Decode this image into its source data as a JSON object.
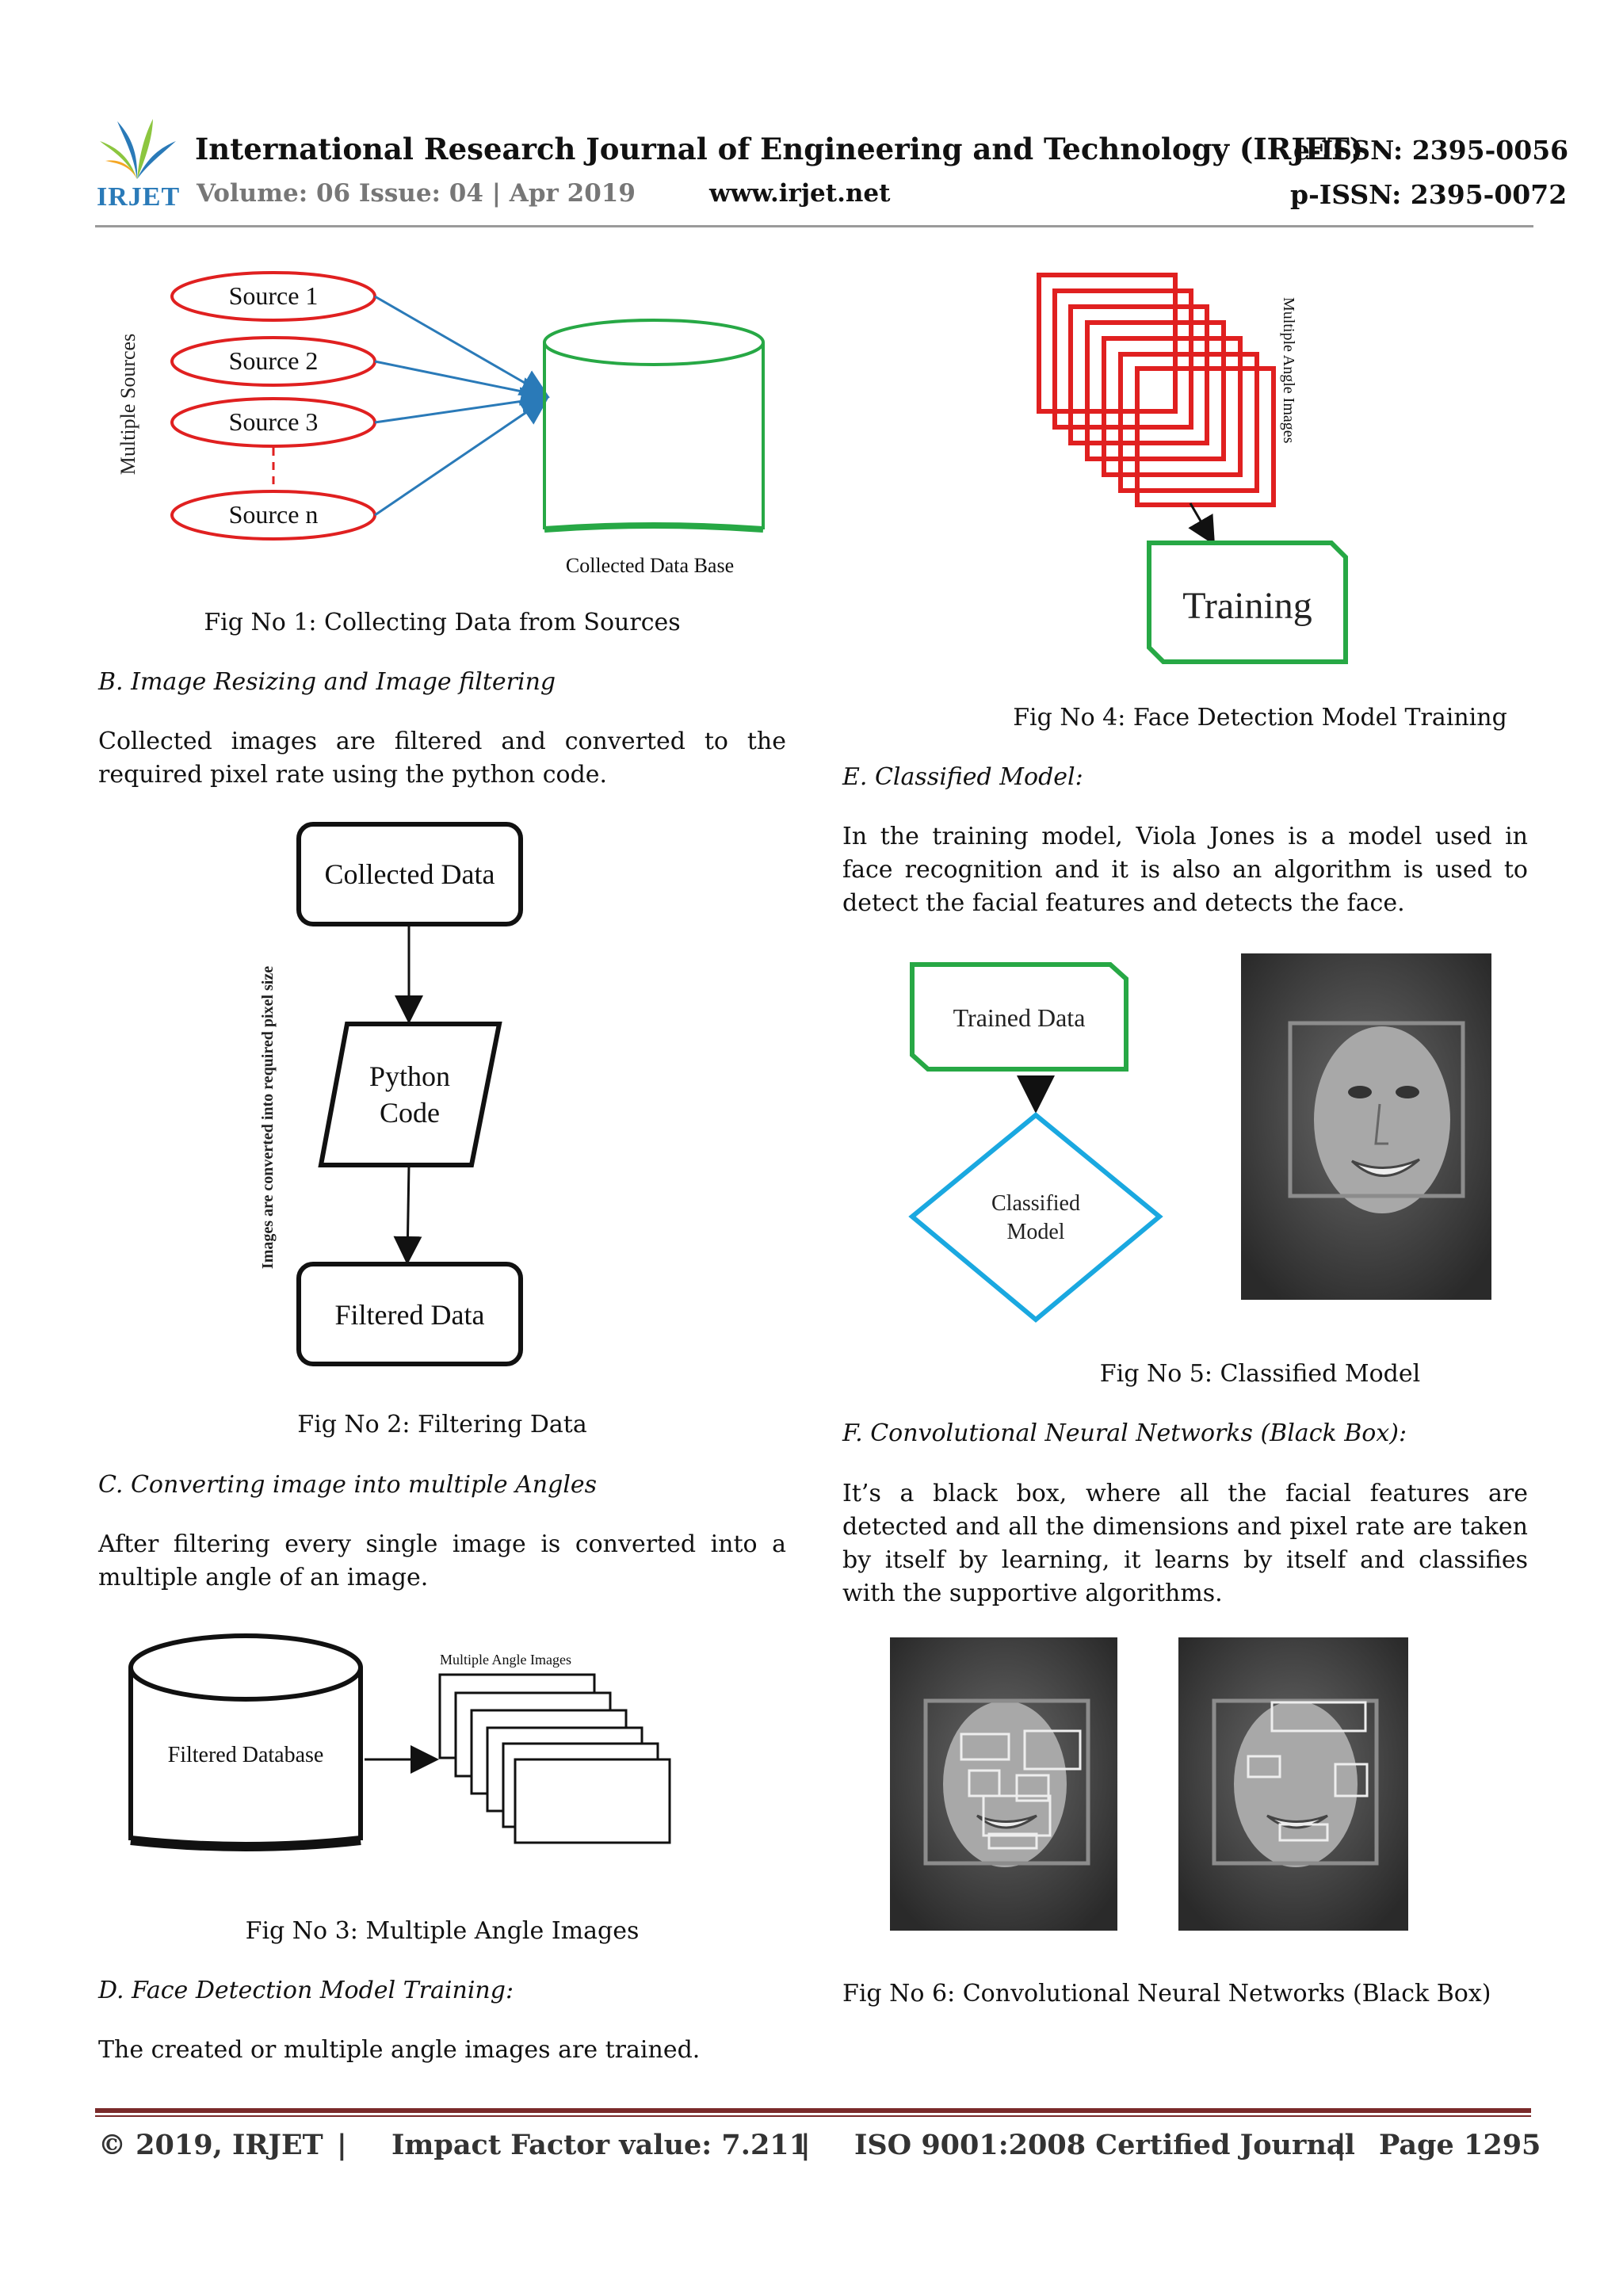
{
  "header": {
    "logo_text": "IRJET",
    "journal_title": "International Research Journal of Engineering and Technology (IRJET)",
    "eissn": "e-ISSN: 2395-0056",
    "volume": "Volume: 06 Issue: 04 | Apr 2019",
    "website": "www.irjet.net",
    "pissn": "p-ISSN: 2395-0072"
  },
  "fig1": {
    "side_label": "Multiple Sources",
    "sources": [
      "Source 1",
      "Source 2",
      "Source 3",
      "Source n"
    ],
    "db_label": "Collected Data Base",
    "caption": "Fig No 1: Collecting Data from Sources"
  },
  "sectionB": {
    "heading": "B. Image Resizing and Image filtering",
    "text": "Collected images are filtered and converted to the required pixel rate using the python code."
  },
  "fig2": {
    "box1": "Collected Data",
    "box2_line1": "Python",
    "box2_line2": "Code",
    "box3": "Filtered Data",
    "side_label": "Images are converted into required pixel size",
    "caption": "Fig No 2: Filtering Data"
  },
  "sectionC": {
    "heading": "C. Converting image into multiple Angles",
    "text": "After filtering every single image is converted into a multiple angle of an image."
  },
  "fig3": {
    "db_label": "Filtered Database",
    "stack_label": "Multiple Angle Images",
    "caption": "Fig No 3: Multiple Angle Images"
  },
  "sectionD": {
    "heading": "D. Face Detection Model Training:",
    "text": "The created or multiple angle images are trained."
  },
  "fig4": {
    "stack_label": "Multiple Angle Images",
    "box_label": "Training",
    "caption": "Fig No 4: Face Detection Model Training"
  },
  "sectionE": {
    "heading": "E. Classified Model:",
    "text": "In the training model, Viola Jones is a model used in face recognition and it is also an algorithm is used to detect the facial features and detects the face."
  },
  "fig5": {
    "box_label": "Trained Data",
    "diamond_line1": "Classified",
    "diamond_line2": "Model",
    "caption": "Fig No 5: Classified Model"
  },
  "sectionF": {
    "heading": "F. Convolutional Neural Networks (Black Box):",
    "text": "It’s a black box, where all the facial features are detected and all the dimensions and pixel rate are taken by itself by learning, it learns by itself and classifies with the supportive algorithms."
  },
  "fig6": {
    "caption": "Fig No 6: Convolutional Neural Networks (Black Box)"
  },
  "footer": {
    "copyright": "© 2019, IRJET",
    "sep": "|",
    "impact": "Impact Factor value: 7.211",
    "iso": "ISO 9001:2008 Certified Journal",
    "page": "Page 1295"
  },
  "colors": {
    "red": "#e02020",
    "blue_arrow": "#2a7ab8",
    "green": "#27a845",
    "cyan": "#1aa8e0",
    "rule": "#7a2a2a"
  }
}
